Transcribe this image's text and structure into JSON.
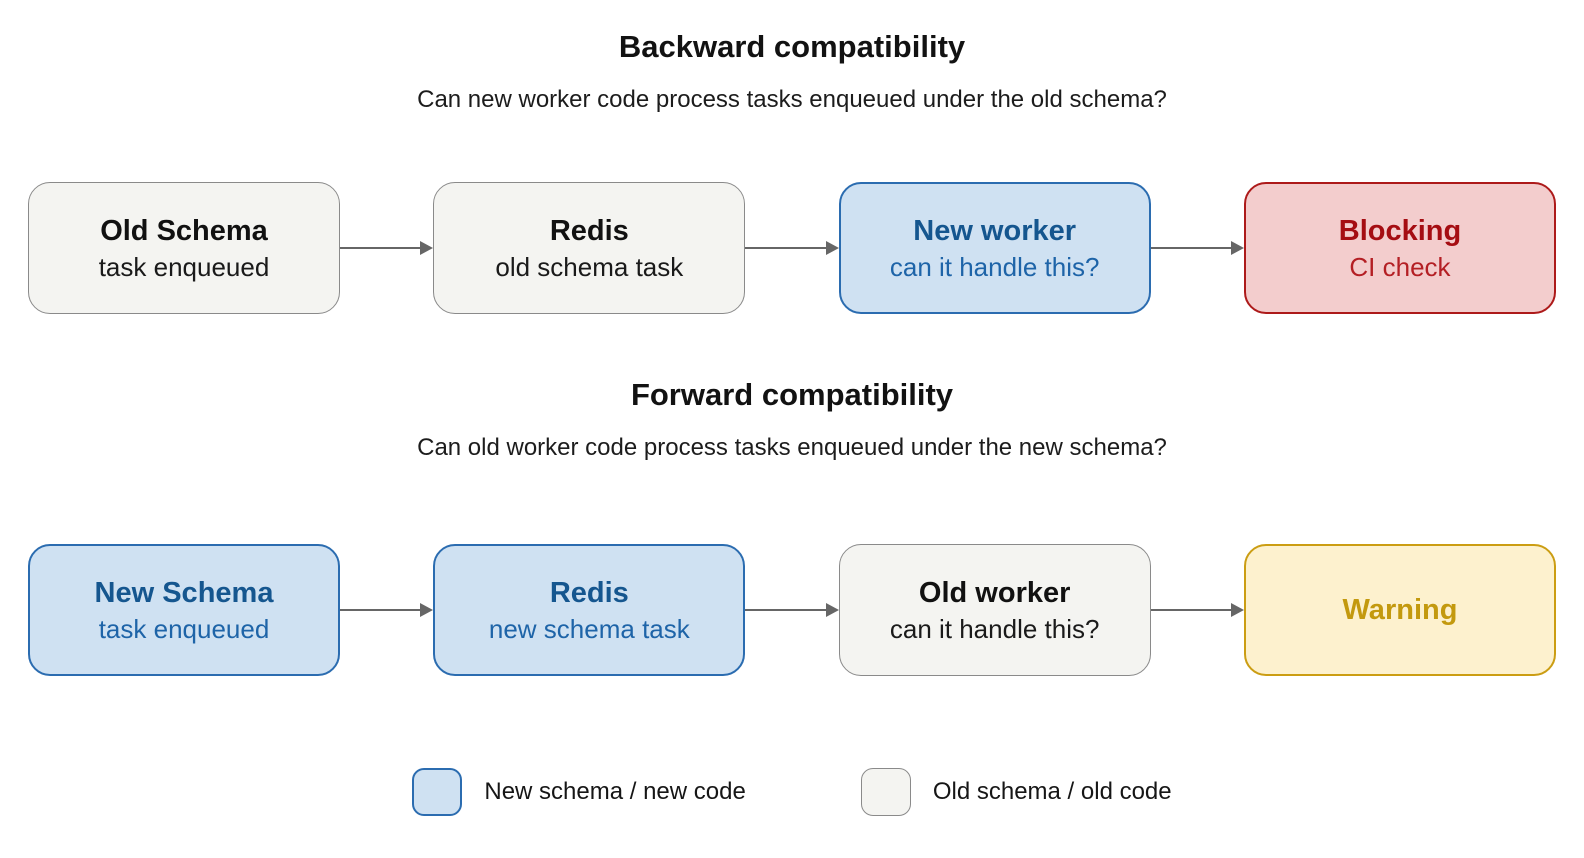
{
  "colors": {
    "background": "#ffffff",
    "old_box_bg": "#f4f4f1",
    "old_box_border": "#8a8a8a",
    "new_box_bg": "#cfe1f2",
    "new_box_border": "#2b6cb0",
    "new_box_text": "#15568f",
    "blocking_box_bg": "#f3cdcd",
    "blocking_box_border": "#ad1a1a",
    "blocking_box_text": "#a50d12",
    "warning_box_bg": "#fdf1ce",
    "warning_box_border": "#cb9d13",
    "warning_box_text": "#c3990e",
    "arrow": "#666666",
    "text": "#141414"
  },
  "sections": [
    {
      "title": "Backward compatibility",
      "subtitle": "Can new worker code process tasks enqueued under the old schema?",
      "nodes": [
        {
          "title": "Old Schema",
          "subtitle": "task enqueued",
          "style": "old"
        },
        {
          "title": "Redis",
          "subtitle": "old schema task",
          "style": "old"
        },
        {
          "title": "New worker",
          "subtitle": "can it handle this?",
          "style": "new"
        },
        {
          "title": "Blocking",
          "subtitle": "CI check",
          "style": "blocking"
        }
      ]
    },
    {
      "title": "Forward compatibility",
      "subtitle": "Can old worker code process tasks enqueued under the new schema?",
      "nodes": [
        {
          "title": "New Schema",
          "subtitle": "task enqueued",
          "style": "new"
        },
        {
          "title": "Redis",
          "subtitle": "new schema task",
          "style": "new"
        },
        {
          "title": "Old worker",
          "subtitle": "can it handle this?",
          "style": "old"
        },
        {
          "title": "Warning",
          "subtitle": "",
          "style": "warning"
        }
      ]
    }
  ],
  "legend": [
    {
      "label": "New schema / new code",
      "style": "new"
    },
    {
      "label": "Old schema / old code",
      "style": "old"
    }
  ]
}
